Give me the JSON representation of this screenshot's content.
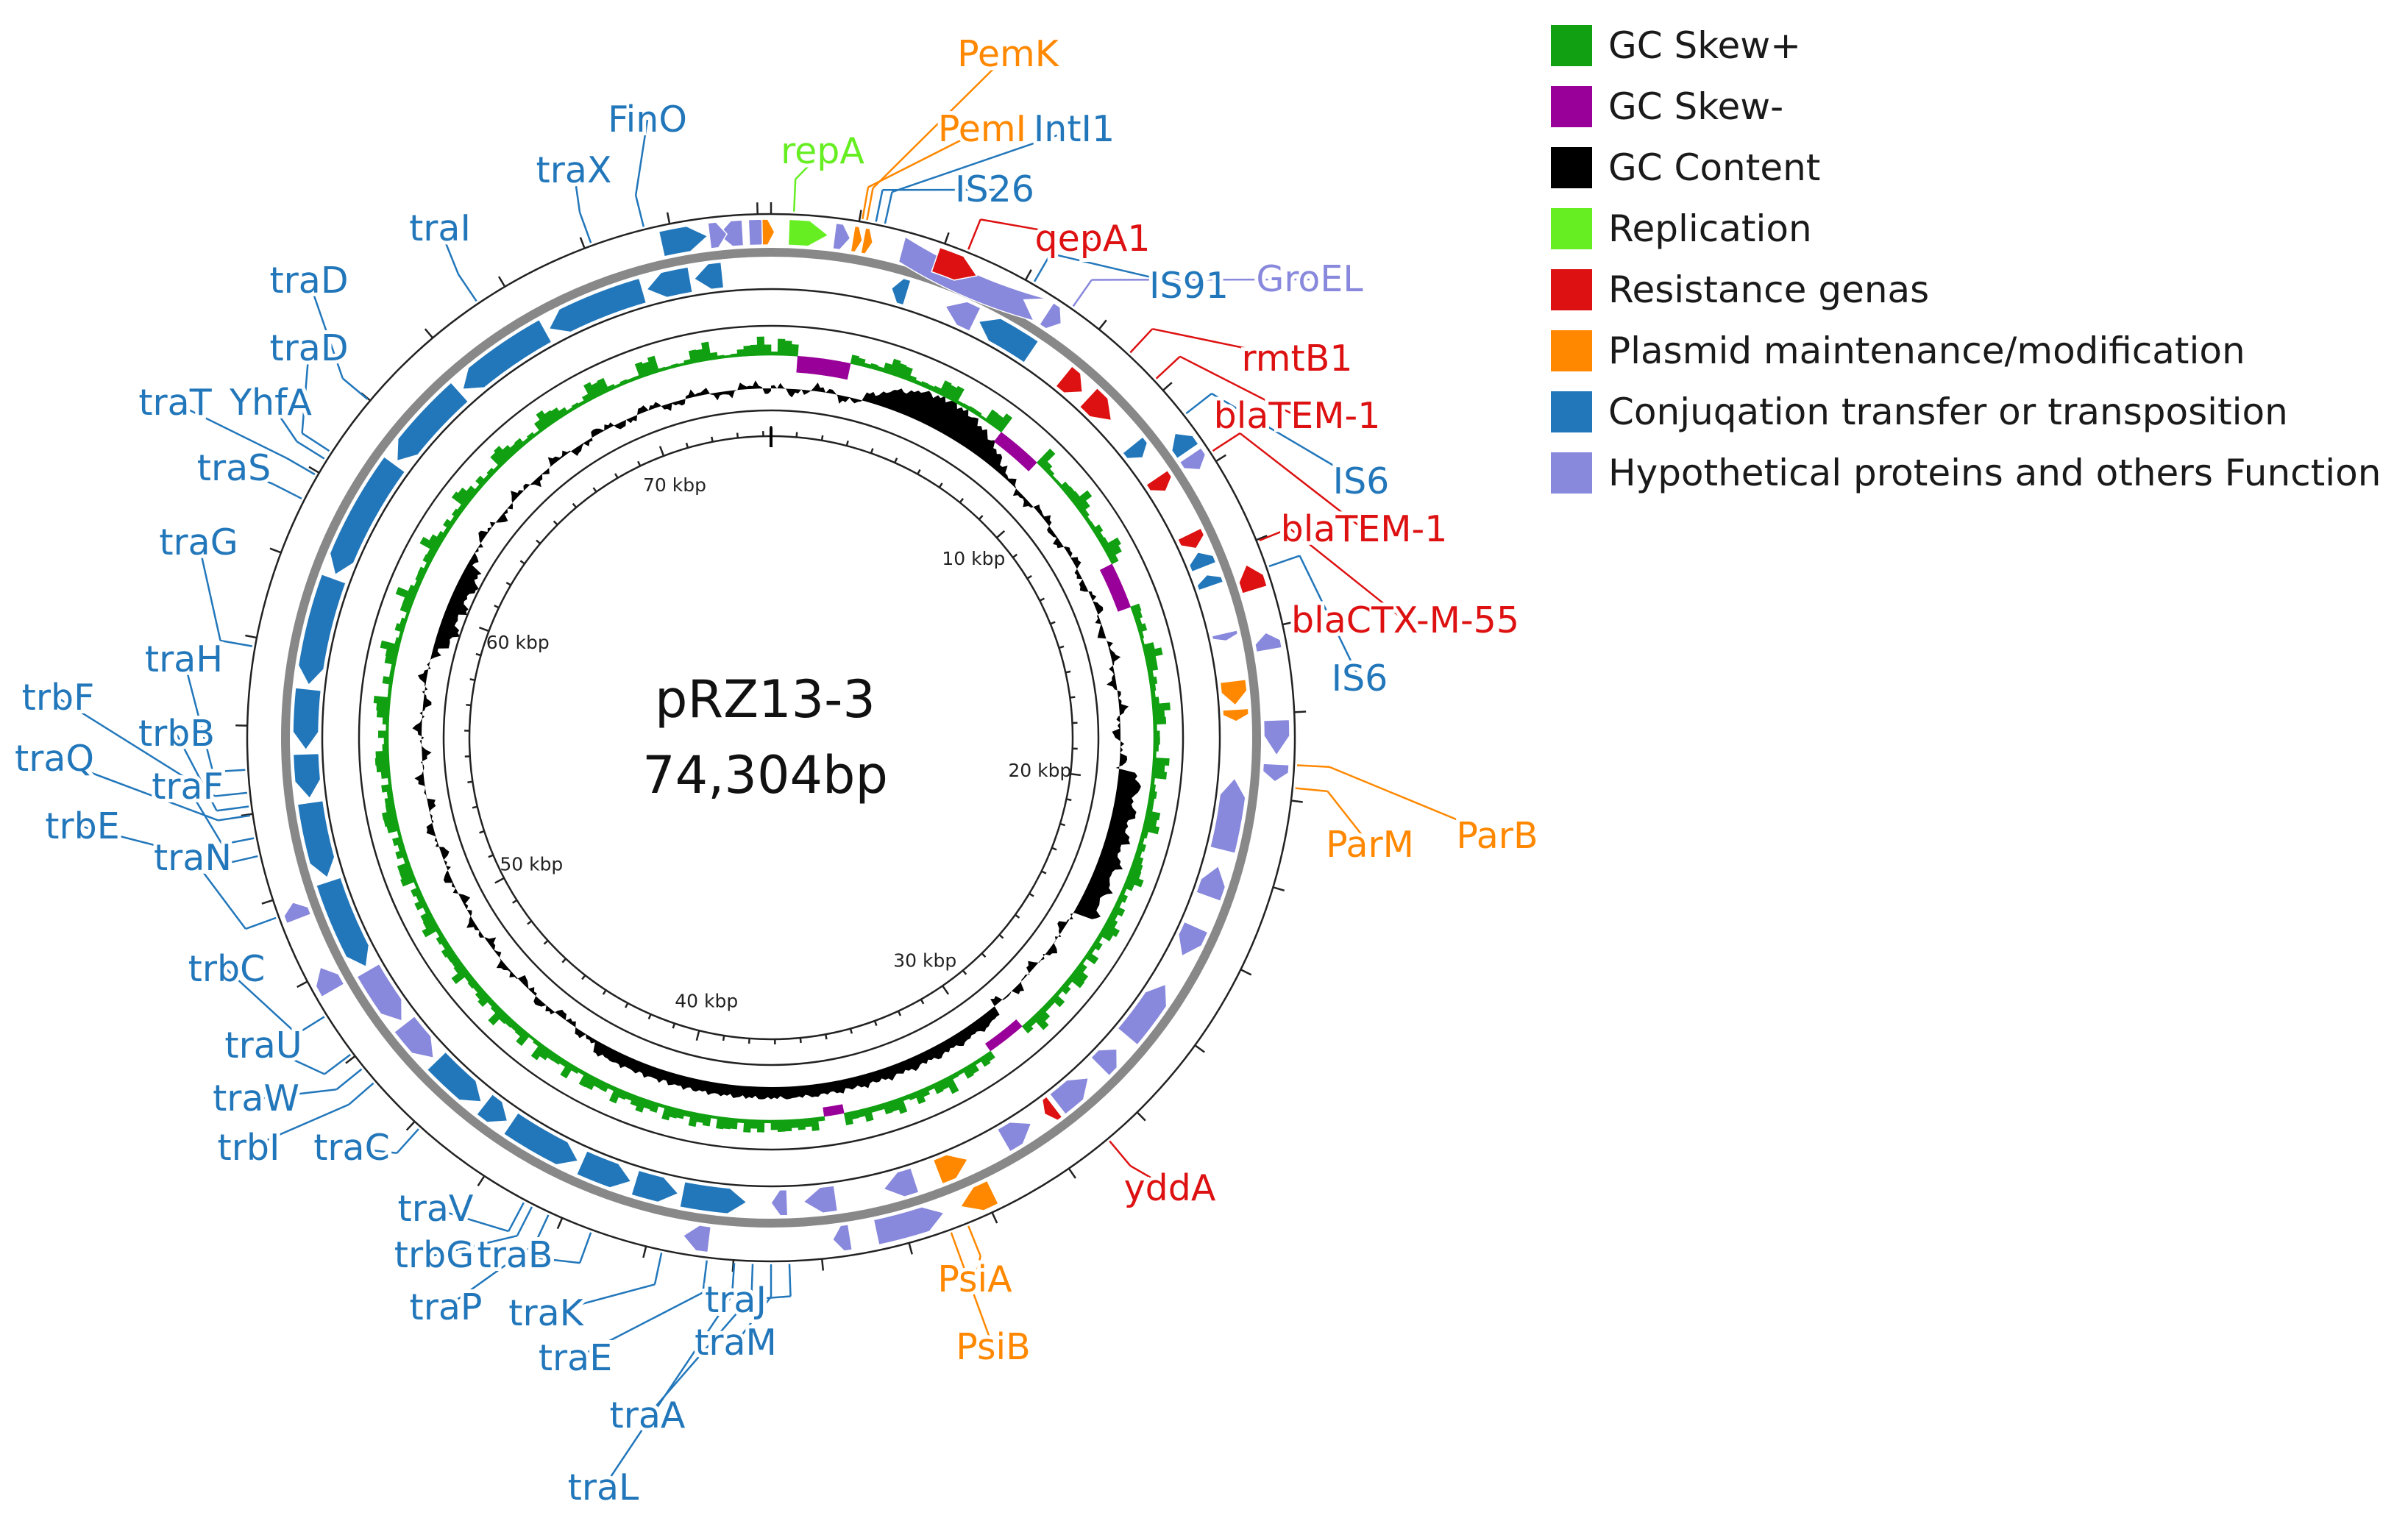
{
  "plasmid": {
    "name": "pRZ13-3",
    "length": "74,304bp"
  },
  "colors": {
    "gc_skew_pos": "#11a011",
    "gc_skew_neg": "#990099",
    "gc_content": "#000000",
    "replication": "#66ee22",
    "resistance": "#dd1111",
    "maintenance": "#ff8800",
    "conjugation": "#2277bb",
    "hypothetical": "#8888dd"
  },
  "legend": [
    {
      "label": "GC Skew+",
      "color": "#11a011"
    },
    {
      "label": "GC Skew-",
      "color": "#990099"
    },
    {
      "label": "GC Content",
      "color": "#000000"
    },
    {
      "label": "Replication",
      "color": "#66ee22"
    },
    {
      "label": "Resistance genas",
      "color": "#dd1111"
    },
    {
      "label": "Plasmid maintenance/modification",
      "color": "#ff8800"
    },
    {
      "label": "Conjuqation transfer or transposition",
      "color": "#2277bb"
    },
    {
      "label": "Hypothetical proteins and others Function",
      "color": "#8888dd"
    }
  ],
  "kbp_ticks": [
    "10 kbp",
    "20 kbp",
    "30 kbp",
    "40 kbp",
    "50 kbp",
    "60 kbp",
    "70 kbp"
  ],
  "gene_labels": [
    {
      "text": "PemK",
      "category": "maintenance"
    },
    {
      "text": "PemI",
      "category": "maintenance"
    },
    {
      "text": "IntI1",
      "category": "conjugation"
    },
    {
      "text": "IS26",
      "category": "conjugation"
    },
    {
      "text": "repA",
      "category": "replication"
    },
    {
      "text": "qepA1",
      "category": "resistance"
    },
    {
      "text": "IS91",
      "category": "conjugation"
    },
    {
      "text": "GroEL",
      "category": "hypothetical"
    },
    {
      "text": "rmtB1",
      "category": "resistance"
    },
    {
      "text": "blaTEM-1",
      "category": "resistance"
    },
    {
      "text": "IS6",
      "category": "conjugation"
    },
    {
      "text": "blaTEM-1",
      "category": "resistance"
    },
    {
      "text": "blaCTX-M-55",
      "category": "resistance"
    },
    {
      "text": "IS6",
      "category": "conjugation"
    },
    {
      "text": "ParB",
      "category": "maintenance"
    },
    {
      "text": "ParM",
      "category": "maintenance"
    },
    {
      "text": "yddA",
      "category": "resistance"
    },
    {
      "text": "PsiA",
      "category": "maintenance"
    },
    {
      "text": "PsiB",
      "category": "maintenance"
    },
    {
      "text": "traJ",
      "category": "conjugation"
    },
    {
      "text": "traM",
      "category": "conjugation"
    },
    {
      "text": "traA",
      "category": "conjugation"
    },
    {
      "text": "traL",
      "category": "conjugation"
    },
    {
      "text": "traE",
      "category": "conjugation"
    },
    {
      "text": "traK",
      "category": "conjugation"
    },
    {
      "text": "traB",
      "category": "conjugation"
    },
    {
      "text": "traP",
      "category": "conjugation"
    },
    {
      "text": "trbG",
      "category": "conjugation"
    },
    {
      "text": "traV",
      "category": "conjugation"
    },
    {
      "text": "traC",
      "category": "conjugation"
    },
    {
      "text": "trbI",
      "category": "conjugation"
    },
    {
      "text": "traW",
      "category": "conjugation"
    },
    {
      "text": "traU",
      "category": "conjugation"
    },
    {
      "text": "trbC",
      "category": "conjugation"
    },
    {
      "text": "traN",
      "category": "conjugation"
    },
    {
      "text": "trbE",
      "category": "conjugation"
    },
    {
      "text": "traF",
      "category": "conjugation"
    },
    {
      "text": "traQ",
      "category": "conjugation"
    },
    {
      "text": "trbB",
      "category": "conjugation"
    },
    {
      "text": "trbF",
      "category": "conjugation"
    },
    {
      "text": "traH",
      "category": "conjugation"
    },
    {
      "text": "traG",
      "category": "conjugation"
    },
    {
      "text": "traS",
      "category": "conjugation"
    },
    {
      "text": "traT",
      "category": "conjugation"
    },
    {
      "text": "YhfA",
      "category": "conjugation"
    },
    {
      "text": "traD",
      "category": "conjugation"
    },
    {
      "text": "traD",
      "category": "conjugation"
    },
    {
      "text": "traI",
      "category": "conjugation"
    },
    {
      "text": "traX",
      "category": "conjugation"
    },
    {
      "text": "FinO",
      "category": "conjugation"
    }
  ]
}
